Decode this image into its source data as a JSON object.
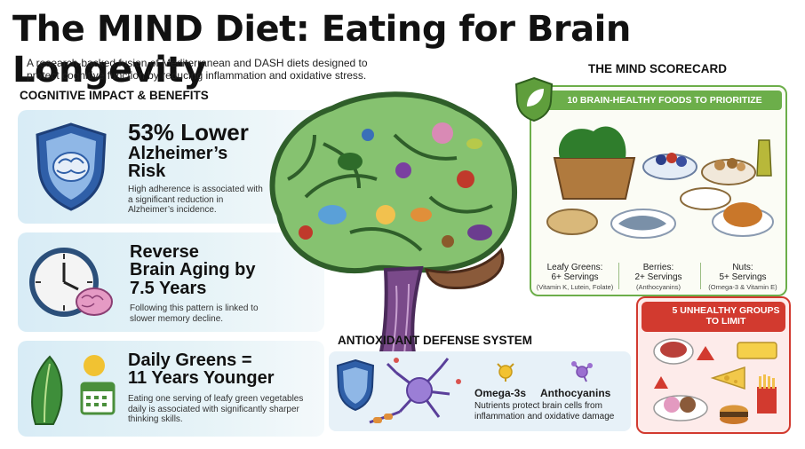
{
  "title": "The MIND Diet: Eating for Brain Longevity",
  "subtitle": "A research-backed fusion of Mediterranean and DASH diets designed to protect cognitive function by reducing inflammation and oxidative stress.",
  "benefits": {
    "heading": "COGNITIVE IMPACT & BENEFITS",
    "cards": [
      {
        "headline_a": "53% Lower",
        "headline_b": "Alzheimer’s",
        "headline_c": "Risk",
        "desc": "High adherence is associated with a significant reduction in Alzheimer’s incidence.",
        "icon": "shield-brain-icon"
      },
      {
        "headline_a": "Reverse",
        "headline_b": "Brain Aging by",
        "headline_c": "7.5 Years",
        "desc": "Following this pattern is linked to slower memory decline.",
        "icon": "clock-brain-icon"
      },
      {
        "headline_a": "Daily Greens =",
        "headline_b": "11 Years Younger",
        "desc": "Eating one serving of leafy green vegetables daily is associated with significantly sharper thinking skills.",
        "icon": "leafy-greens-calendar-icon"
      }
    ]
  },
  "scorecard": {
    "heading": "THE MIND SCORECARD",
    "banner": "10 BRAIN-HEALTHY FOODS TO PRIORITIZE",
    "items": [
      {
        "name": "Leafy Greens:",
        "servings": "6+ Servings",
        "note": "(Vitamin K, Lutein, Folate)"
      },
      {
        "name": "Berries:",
        "servings": "2+ Servings",
        "note": "(Anthocyanins)"
      },
      {
        "name": "Nuts:",
        "servings": "5+ Servings",
        "note": "(Omega-3 & Vitamin E)"
      }
    ]
  },
  "unhealthy": {
    "banner": "5 UNHEALTHY GROUPS TO LIMIT"
  },
  "antioxidant": {
    "heading": "ANTIOXIDANT DEFENSE SYSTEM",
    "omega_label": "Omega-3s",
    "antho_label": "Anthocyanins",
    "desc": "Nutrients protect brain cells from inflammation and oxidative damage"
  },
  "colors": {
    "green": "#6cae4a",
    "red": "#d23a2f",
    "card_blue": "#d8ecf6"
  }
}
